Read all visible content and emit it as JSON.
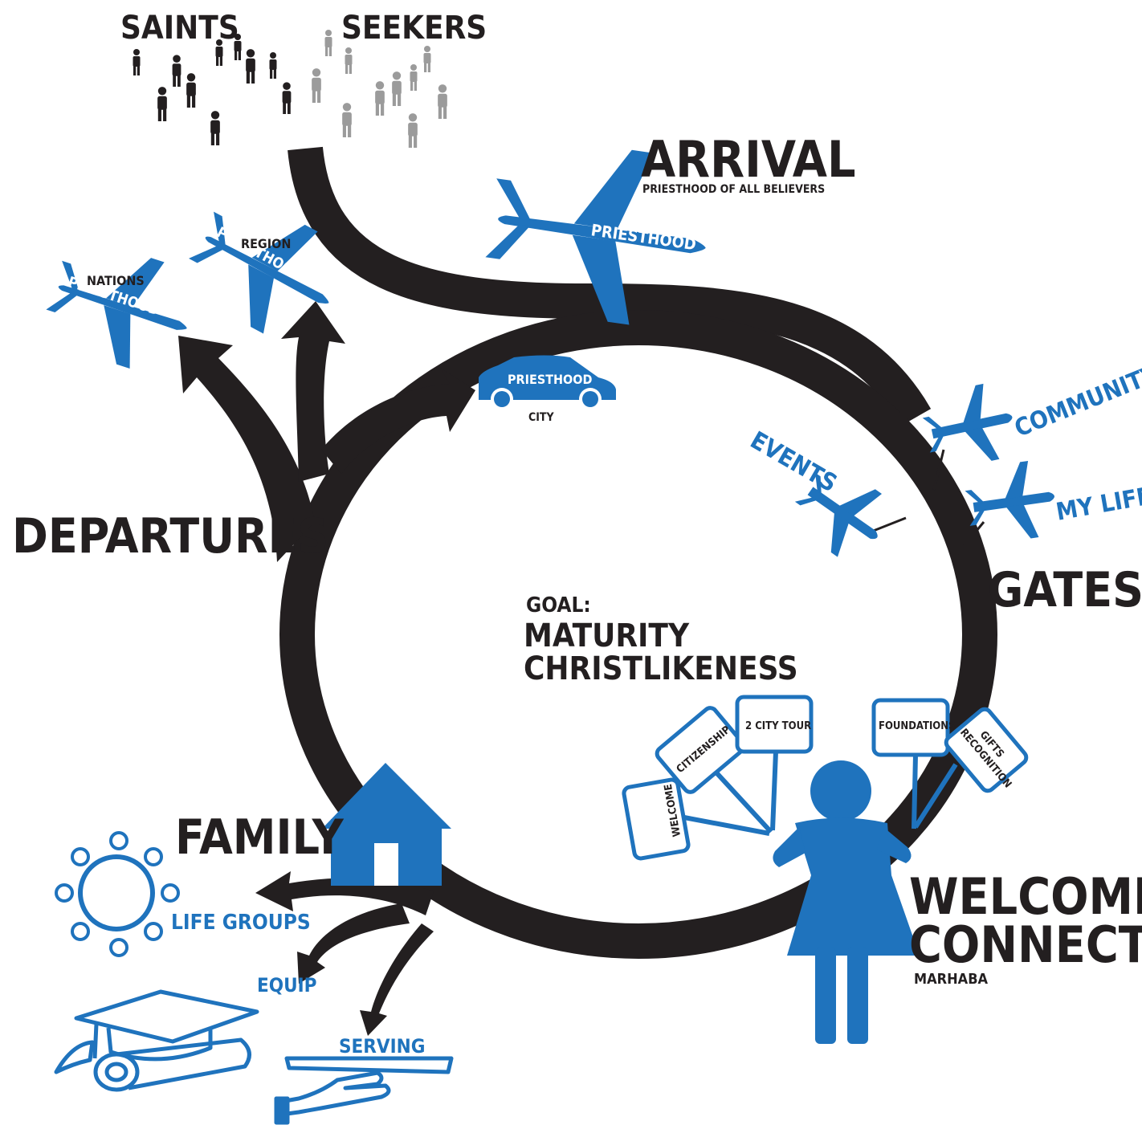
{
  "colors": {
    "dark": "#231f20",
    "accent": "#1f73bd",
    "gray": "#9b9b9b",
    "background": "#ffffff"
  },
  "people": {
    "saints": "SAINTS",
    "seekers": "SEEKERS"
  },
  "arrival": {
    "title": "ARRIVAL",
    "subtitle": "PRIESTHOOD OF ALL BELIEVERS",
    "plane_label": "PRIESTHOOD"
  },
  "departures": {
    "title": "DEPARTURES",
    "nations": {
      "label": "NATIONS",
      "plane_label": "PRIESTHOOD"
    },
    "region": {
      "label": "REGION",
      "plane_label": "PRIESTHOOD"
    },
    "city": {
      "label": "CITY",
      "car_label": "PRIESTHOOD"
    }
  },
  "gates": {
    "title": "GATES",
    "events": "EVENTS",
    "community": "COMMUNITY",
    "my_life": "MY LIFE"
  },
  "goal": {
    "heading": "GOAL:",
    "line1": "MATURITY",
    "line2": "CHRISTLIKENESS"
  },
  "family": {
    "title": "FAMILY",
    "life_groups": "LIFE GROUPS",
    "equip": "EQUIP",
    "serving": "SERVING"
  },
  "welcome": {
    "title_line1": "WELCOME/",
    "title_line2": "CONNECT",
    "subtitle": "MARHABA",
    "signs": {
      "welcome": "WELCOME",
      "citizenship": "CITIZENSHIP",
      "city_tour": "2 CITY TOUR",
      "foundations": "FOUNDATIONS",
      "gifts_line1": "GIFTS",
      "gifts_line2": "RECOGNITION"
    }
  }
}
